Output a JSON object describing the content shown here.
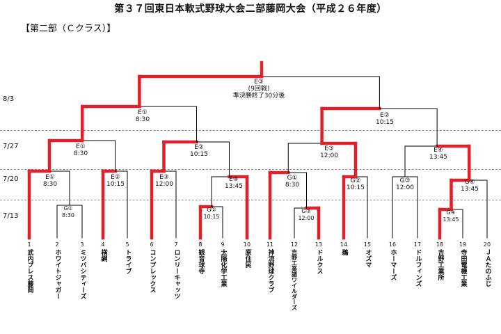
{
  "title": "第３７回東日本軟式野球大会二部藤岡大会（平成２６年度）",
  "subtitle": "【第二部（Ｃクラス）】",
  "dates": [
    "8/3",
    "7/27",
    "7/20",
    "7/13"
  ],
  "teams": [
    {
      "no": "1",
      "name": "武内プレス藤岡"
    },
    {
      "no": "2",
      "name": "ホワイトジャガー"
    },
    {
      "no": "3",
      "name": "ミツバシティーズ"
    },
    {
      "no": "4",
      "name": "横綱"
    },
    {
      "no": "5",
      "name": "トライブ"
    },
    {
      "no": "6",
      "name": "コンプレックス"
    },
    {
      "no": "7",
      "name": "ロンリーキャッツ"
    },
    {
      "no": "8",
      "name": "観音球寺"
    },
    {
      "no": "9",
      "name": "太陽化学工業"
    },
    {
      "no": "10",
      "name": "原住民"
    },
    {
      "no": "11",
      "name": "神流野球クラブ"
    },
    {
      "no": "12",
      "name": "吉野工業諸ワイルダーズ"
    },
    {
      "no": "13",
      "name": "ドルクス"
    },
    {
      "no": "14",
      "name": "鵜"
    },
    {
      "no": "15",
      "name": "オズマ"
    },
    {
      "no": "16",
      "name": "ホーマーズ"
    },
    {
      "no": "17",
      "name": "ドルフィンズ"
    },
    {
      "no": "18",
      "name": "吉野工業所"
    },
    {
      "no": "19",
      "name": "寺田電機工業"
    },
    {
      "no": "20",
      "name": "ＪＡたのふじ"
    }
  ],
  "matches": [
    {
      "id": "r1a",
      "label": "G①",
      "time": "8:30"
    },
    {
      "id": "r1b",
      "label": "G②",
      "time": "10:15"
    },
    {
      "id": "r1c",
      "label": "G③",
      "time": "12:00"
    },
    {
      "id": "r1d",
      "label": "G④",
      "time": "13:45"
    },
    {
      "id": "r2a",
      "label": "E①",
      "time": "8:30"
    },
    {
      "id": "r2b",
      "label": "E②",
      "time": "10:15"
    },
    {
      "id": "r2c",
      "label": "E③",
      "time": "12:00"
    },
    {
      "id": "r2d",
      "label": "E④",
      "time": "13:45"
    },
    {
      "id": "r2e",
      "label": "G①",
      "time": "8:30"
    },
    {
      "id": "r2f",
      "label": "G②",
      "time": "10:15"
    },
    {
      "id": "r2g",
      "label": "G③",
      "time": "12:00"
    },
    {
      "id": "r2h",
      "label": "G④",
      "time": "13:45"
    },
    {
      "id": "r3a",
      "label": "E①",
      "time": "8:30"
    },
    {
      "id": "r3b",
      "label": "E②",
      "time": "10:15"
    },
    {
      "id": "r3c",
      "label": "E③",
      "time": "12:00"
    },
    {
      "id": "r3d",
      "label": "E④",
      "time": "13:45"
    },
    {
      "id": "sfa",
      "label": "E①",
      "time": "8:30"
    },
    {
      "id": "sfb",
      "label": "E②",
      "time": "10:15"
    },
    {
      "id": "fin",
      "label": "E③",
      "time": "(9回戦)"
    }
  ],
  "final_note": "準決勝終了30分後",
  "colors": {
    "winner": "#e0202a",
    "line": "#000000"
  }
}
